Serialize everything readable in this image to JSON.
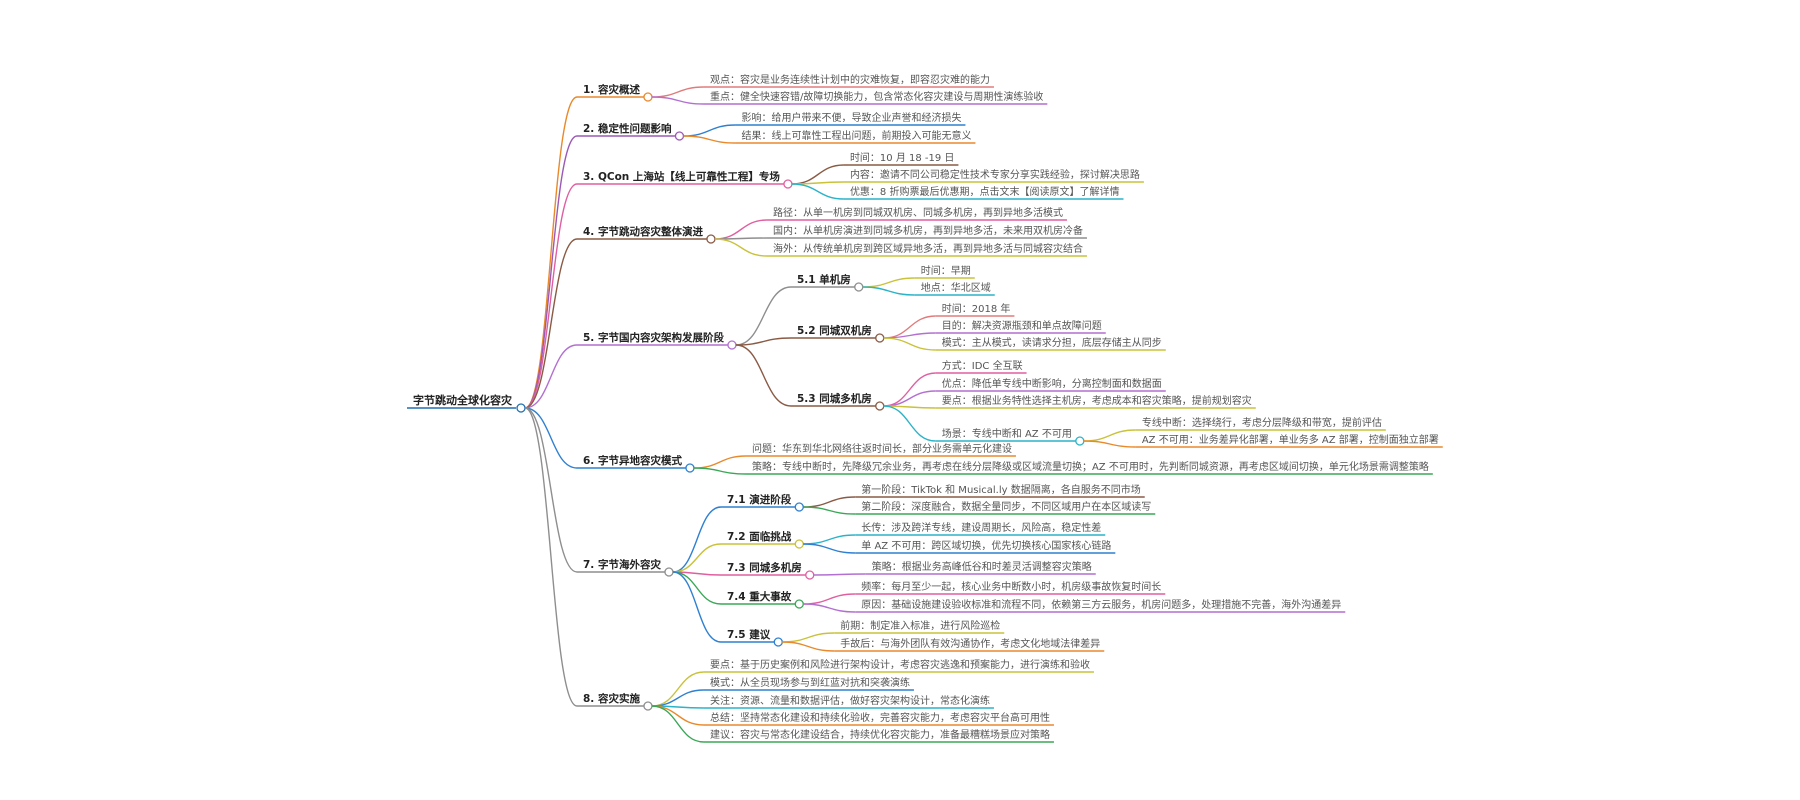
{
  "root": {
    "label": "字节跳动全球化容灾",
    "color": "#1f6fb2"
  },
  "sections": [
    {
      "label": "1. 容灾概述",
      "color": "#e8892b",
      "leaves": [
        {
          "text": "观点：容灾是业务连续性计划中的灾难恢复，即容忍灾难的能力",
          "color": "#e07b7b"
        },
        {
          "text": "重点：健全快速容错/故障切换能力，包含常态化容灾建设与周期性演练验收",
          "color": "#b36fd1"
        }
      ]
    },
    {
      "label": "2. 稳定性问题影响",
      "color": "#9b59b6",
      "leaves": [
        {
          "text": "影响：给用户带来不便，导致企业声誉和经济损失",
          "color": "#2f80d1"
        },
        {
          "text": "结果：线上可靠性工程出问题，前期投入可能无意义",
          "color": "#e8892b"
        }
      ]
    },
    {
      "label": "3. QCon 上海站【线上可靠性工程】专场",
      "color": "#e05fa0",
      "leaves": [
        {
          "text": "时间：10 月 18 -19 日",
          "color": "#8a5a44"
        },
        {
          "text": "内容：邀请不同公司稳定性技术专家分享实践经验，探讨解决思路",
          "color": "#c9c23a"
        },
        {
          "text": "优惠：8 折购票最后优惠期，点击文末【阅读原文】了解详情",
          "color": "#2bb3c8"
        }
      ]
    },
    {
      "label": "4. 字节跳动容灾整体演进",
      "color": "#8a5a44",
      "leaves": [
        {
          "text": "路径：从单一机房到同城双机房、同城多机房，再到异地多活模式",
          "color": "#e05fa0"
        },
        {
          "text": "国内：从单机房演进到同城多机房，再到异地多活，未来用双机房冷备",
          "color": "#8e8e8e"
        },
        {
          "text": "海外：从传统单机房到跨区域异地多活，再到异地多活与同城容灾结合",
          "color": "#c9c23a"
        }
      ]
    },
    {
      "label": "5. 字节国内容灾架构发展阶段",
      "color": "#b36fd1",
      "subs": [
        {
          "label": "5.1 单机房",
          "color": "#8e8e8e",
          "leaves": [
            {
              "text": "时间：早期",
              "color": "#c9c23a"
            },
            {
              "text": "地点：华北区域",
              "color": "#2bb3c8"
            }
          ]
        },
        {
          "label": "5.2 同城双机房",
          "color": "#8a5a44",
          "leaves": [
            {
              "text": "时间：2018 年",
              "color": "#e07b7b"
            },
            {
              "text": "目的：解决资源瓶颈和单点故障问题",
              "color": "#b36fd1"
            },
            {
              "text": "模式：主从模式，读请求分担，底层存储主从同步",
              "color": "#c9c23a"
            }
          ]
        },
        {
          "label": "5.3 同城多机房",
          "color": "#8a5a44",
          "leaves": [
            {
              "text": "方式：IDC 全互联",
              "color": "#e05fa0"
            },
            {
              "text": "优点：降低单专线中断影响，分离控制面和数据面",
              "color": "#b36fd1"
            },
            {
              "text": "要点：根据业务特性选择主机房，考虑成本和容灾策略，提前规划容灾",
              "color": "#c9c23a"
            },
            {
              "text": "场景：专线中断和 AZ 不可用",
              "color": "#2bb3c8",
              "leaves": [
                {
                  "text": "专线中断：选择绕行，考虑分层降级和带宽，提前评估",
                  "color": "#c9c23a"
                },
                {
                  "text": "AZ 不可用：业务差异化部署，单业务多 AZ 部署，控制面独立部署",
                  "color": "#e8892b"
                }
              ]
            }
          ]
        }
      ]
    },
    {
      "label": "6. 字节异地容灾模式",
      "color": "#2f80d1",
      "leaves": [
        {
          "text": "问题：华东到华北网络往返时间长，部分业务需单元化建设",
          "color": "#e8892b"
        },
        {
          "text": "策略：专线中断时，先降级冗余业务，再考虑在线分层降级或区域流量切换；AZ 不可用时，先判断同城资源，再考虑区域间切换，单元化场景需调整策略",
          "color": "#3aa757"
        }
      ]
    },
    {
      "label": "7. 字节海外容灾",
      "color": "#8e8e8e",
      "subs": [
        {
          "label": "7.1 演进阶段",
          "color": "#2f80d1",
          "leaves": [
            {
              "text": "第一阶段：TikTok 和 Musical.ly 数据隔离，各自服务不同市场",
              "color": "#8a5a44"
            },
            {
              "text": "第二阶段：深度融合，数据全量同步，不同区域用户在本区域读写",
              "color": "#3aa757"
            }
          ]
        },
        {
          "label": "7.2 面临挑战",
          "color": "#c9c23a",
          "leaves": [
            {
              "text": "长传：涉及跨洋专线，建设周期长，风险高，稳定性差",
              "color": "#2bb3c8"
            },
            {
              "text": "单 AZ 不可用：跨区域切换，优先切换核心国家核心链路",
              "color": "#2f80d1"
            }
          ]
        },
        {
          "label": "7.3 同城多机房",
          "color": "#e05fa0",
          "leaves": [
            {
              "text": "策略：根据业务高峰低谷和时差灵活调整容灾策略",
              "color": "#b36fd1"
            }
          ]
        },
        {
          "label": "7.4 重大事故",
          "color": "#3aa757",
          "leaves": [
            {
              "text": "频率：每月至少一起，核心业务中断数小时，机房级事故恢复时间长",
              "color": "#e05fa0"
            },
            {
              "text": "原因：基础设施建设验收标准和流程不同，依赖第三方云服务，机房问题多，处理措施不完善，海外沟通差异",
              "color": "#b36fd1"
            }
          ]
        },
        {
          "label": "7.5 建议",
          "color": "#2f80d1",
          "leaves": [
            {
              "text": "前期：制定准入标准，进行风险巡检",
              "color": "#c9c23a"
            },
            {
              "text": "手故后：与海外团队有效沟通协作，考虑文化地域法律差异",
              "color": "#e8892b"
            }
          ]
        }
      ]
    },
    {
      "label": "8. 容灾实施",
      "color": "#8e8e8e",
      "leaves": [
        {
          "text": "要点：基于历史案例和风险进行架构设计，考虑容灾逃逸和预案能力，进行演练和验收",
          "color": "#c9c23a"
        },
        {
          "text": "模式：从全员现场参与到红蓝对抗和突袭演练",
          "color": "#2f80d1"
        },
        {
          "text": "关注：资源、流量和数据评估，做好容灾架构设计，常态化演练",
          "color": "#2bb3c8"
        },
        {
          "text": "总结：坚持常态化建设和持续化验收，完善容灾能力，考虑容灾平台高可用性",
          "color": "#e8892b"
        },
        {
          "text": "建议：容灾与常态化建设结合，持续优化容灾能力，准备最糟糕场景应对策略",
          "color": "#3aa757"
        }
      ]
    }
  ]
}
